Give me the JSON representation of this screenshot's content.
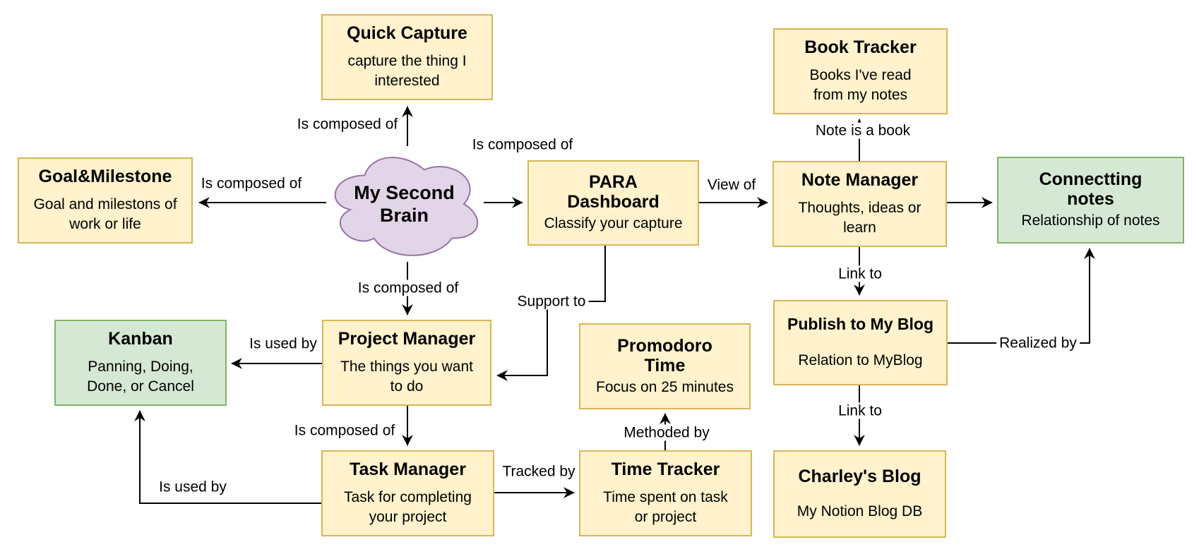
{
  "nodes": {
    "cloud": {
      "label": "My Second\nBrain"
    },
    "quick_capture": {
      "label": "Quick Capture",
      "desc": "capture the thing I\ninterested"
    },
    "book_tracker": {
      "label": "Book Tracker",
      "desc": "Books I've read\nfrom my notes"
    },
    "goal_milestone": {
      "label": "Goal&Milestone",
      "desc": "Goal and milestons of\nwork or life"
    },
    "para_dashboard": {
      "label": "PARA\nDashboard",
      "desc": "Classify your capture"
    },
    "note_manager": {
      "label": "Note Manager",
      "desc": "Thoughts, ideas or\nlearn"
    },
    "connectting_notes": {
      "label": "Connectting\nnotes",
      "desc": "Relationship of notes"
    },
    "kanban": {
      "label": "Kanban",
      "desc": "Panning, Doing,\nDone, or Cancel"
    },
    "project_manager": {
      "label": "Project Manager",
      "desc": "The things you want\nto do"
    },
    "promodoro_time": {
      "label": "Promodoro\nTime",
      "desc": "Focus on 25 minutes"
    },
    "publish_blog": {
      "label": "Publish to My Blog",
      "desc": "Relation to MyBlog"
    },
    "task_manager": {
      "label": "Task Manager",
      "desc": "Task for completing\nyour project"
    },
    "time_tracker": {
      "label": "Time Tracker",
      "desc": "Time spent on task\nor project"
    },
    "charleys_blog": {
      "label": "Charley's Blog",
      "desc": "My Notion Blog DB"
    }
  },
  "edge_labels": {
    "cloud_to_quick_capture": "Is composed of",
    "cloud_to_goal": "Is composed of",
    "cloud_to_para": "Is composed of",
    "cloud_to_project": "Is composed of",
    "project_to_task": "Is composed of",
    "para_to_note": "View of",
    "note_to_book": "Note is a book",
    "note_to_publish": "Link to",
    "publish_to_charley": "Link to",
    "para_to_project": "Support to",
    "project_to_kanban": "Is used by",
    "task_to_kanban": "Is used by",
    "task_to_time": "Tracked by",
    "time_to_promodoro": "Methoded by",
    "publish_to_connectting": "Realized by"
  },
  "colors": {
    "box_yellow_fill": "#fff2cc",
    "box_yellow_stroke": "#d6b656",
    "box_green_fill": "#d5e8d4",
    "box_green_stroke": "#82b366",
    "cloud_fill": "#e1d5e7",
    "cloud_stroke": "#9673a6",
    "edge_stroke": "#000000"
  }
}
